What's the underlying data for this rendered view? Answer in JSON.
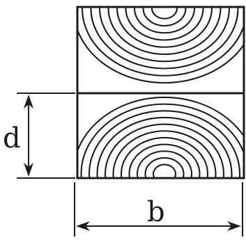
{
  "diagram": {
    "labels": {
      "depth": "d",
      "width": "b"
    },
    "colors": {
      "ink": "#1c1c1c",
      "paper": "#ffffff"
    },
    "grain": {
      "upper_rings": 10,
      "lower_rings": 11
    }
  }
}
